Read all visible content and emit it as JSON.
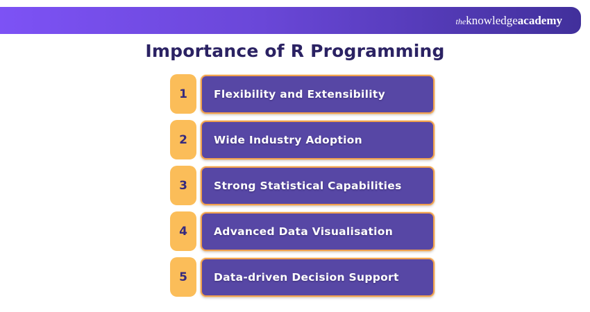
{
  "header": {
    "logo_the": "the",
    "logo_knowledge": "knowledge",
    "logo_academy": "academy"
  },
  "title": "Importance of R Programming",
  "items": [
    {
      "number": "1",
      "label": "Flexibility and Extensibility"
    },
    {
      "number": "2",
      "label": "Wide Industry Adoption"
    },
    {
      "number": "3",
      "label": "Strong Statistical Capabilities"
    },
    {
      "number": "4",
      "label": "Advanced Data Visualisation"
    },
    {
      "number": "5",
      "label": "Data-driven Decision Support"
    }
  ],
  "colors": {
    "header_gradient_start": "#7D52F5",
    "header_gradient_end": "#41309B",
    "title_text": "#2B2263",
    "number_badge_bg": "#FBBD59",
    "number_badge_text": "#362A7E",
    "item_bar_bg": "#5747A5",
    "item_bar_border": "#F0A04E",
    "item_bar_text": "#FFFFFF",
    "background": "#FFFFFF"
  }
}
